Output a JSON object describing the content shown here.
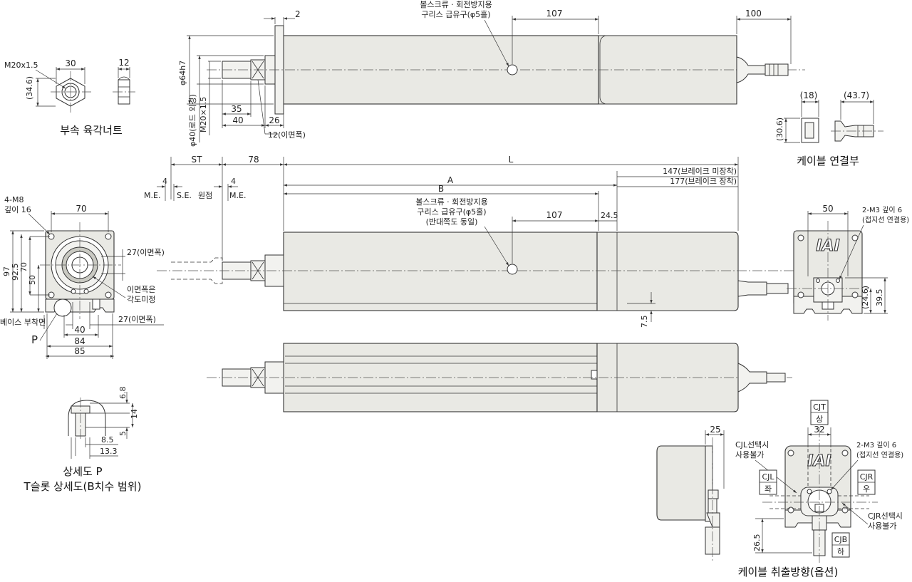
{
  "nut": {
    "thread": "M20x1.5",
    "width": "30",
    "height": "(34.6)",
    "thickness": "12",
    "caption": "부속 육각너트"
  },
  "top_view": {
    "flange_gap": "2",
    "note_line1": "볼스크류 · 회전방지용",
    "note_line2": "구리스 급유구(φ5홀)",
    "dim_107": "107",
    "dim_100": "100",
    "dia_body": "φ64h7",
    "dia_rod": "φ40(로드 외경)",
    "rod_thread": "M20×1.5",
    "dim_35": "35",
    "dim_40": "40",
    "dim_26": "26",
    "dim_12": "12(이면폭)"
  },
  "cable_joint": {
    "dim_18": "(18)",
    "dim_43_7": "(43.7)",
    "dim_30_6": "(30.6)",
    "caption": "케이블 연결부"
  },
  "main_view": {
    "st": "ST",
    "dim_78": "78",
    "dim_L": "L",
    "brake_none": "147(브레이크 미장착)",
    "brake_with": "177(브레이크 장착)",
    "dim_A": "A",
    "dim_B": "B",
    "me_left": "M.E.",
    "se": "S.E.",
    "origin": "원점",
    "me_right": "M.E.",
    "four_left": "4",
    "four_right": "4",
    "note_line1": "볼스크류 · 회전방지용",
    "note_line2": "구리스 급유구(φ5홀)",
    "note_line3": "(반대쪽도 동일)",
    "dim_107": "107",
    "dim_24_5": "24.5",
    "dim_7_5": "7.5"
  },
  "front_view": {
    "tap": "4-M8",
    "depth": "깊이 16",
    "dim_70_top": "70",
    "dim_97": "97",
    "dim_92_5": "92.5",
    "dim_70_side": "70",
    "dim_50": "50",
    "flat_27_top": "27(이면폭)",
    "flat_note1": "이면폭은",
    "flat_note2": "각도미정",
    "base": "베이스 부착면",
    "flat_27_bottom": "27(이면폭)",
    "dim_40": "40",
    "dim_84": "84",
    "dim_85": "85",
    "label_p": "P"
  },
  "detail_p": {
    "dim_6_8": "6.8",
    "dim_14": "14",
    "dim_5": "5",
    "dim_8_5": "8.5",
    "dim_13_3": "13.3",
    "caption_line1": "상세도 P",
    "caption_line2": "T슬롯 상세도(B치수 범위)"
  },
  "rear_view": {
    "dim_50": "50",
    "tap": "2-M3 깊이 6",
    "tap_note": "(접지선 연결용)",
    "logo": "IAI",
    "dim_24_6": "(24.6)",
    "dim_39_5": "39.5"
  },
  "cable_dir": {
    "dim_25": "25",
    "cjt": "CJT",
    "cjt_kr": "상",
    "dim_32": "32",
    "cjl_note1": "CJL선택시",
    "cjl_note2": "사용불가",
    "tap": "2-M3 깊이 6",
    "tap_note": "(접지선 연결용)",
    "cjl": "CJL",
    "cjl_kr": "좌",
    "cjr": "CJR",
    "cjr_kr": "우",
    "cjr_note1": "CJR선택시",
    "cjr_note2": "사용불가",
    "dim_26_5": "26.5",
    "cjb": "CJB",
    "cjb_kr": "하",
    "logo": "IAI",
    "caption": "케이블 취출방향(옵션)"
  }
}
